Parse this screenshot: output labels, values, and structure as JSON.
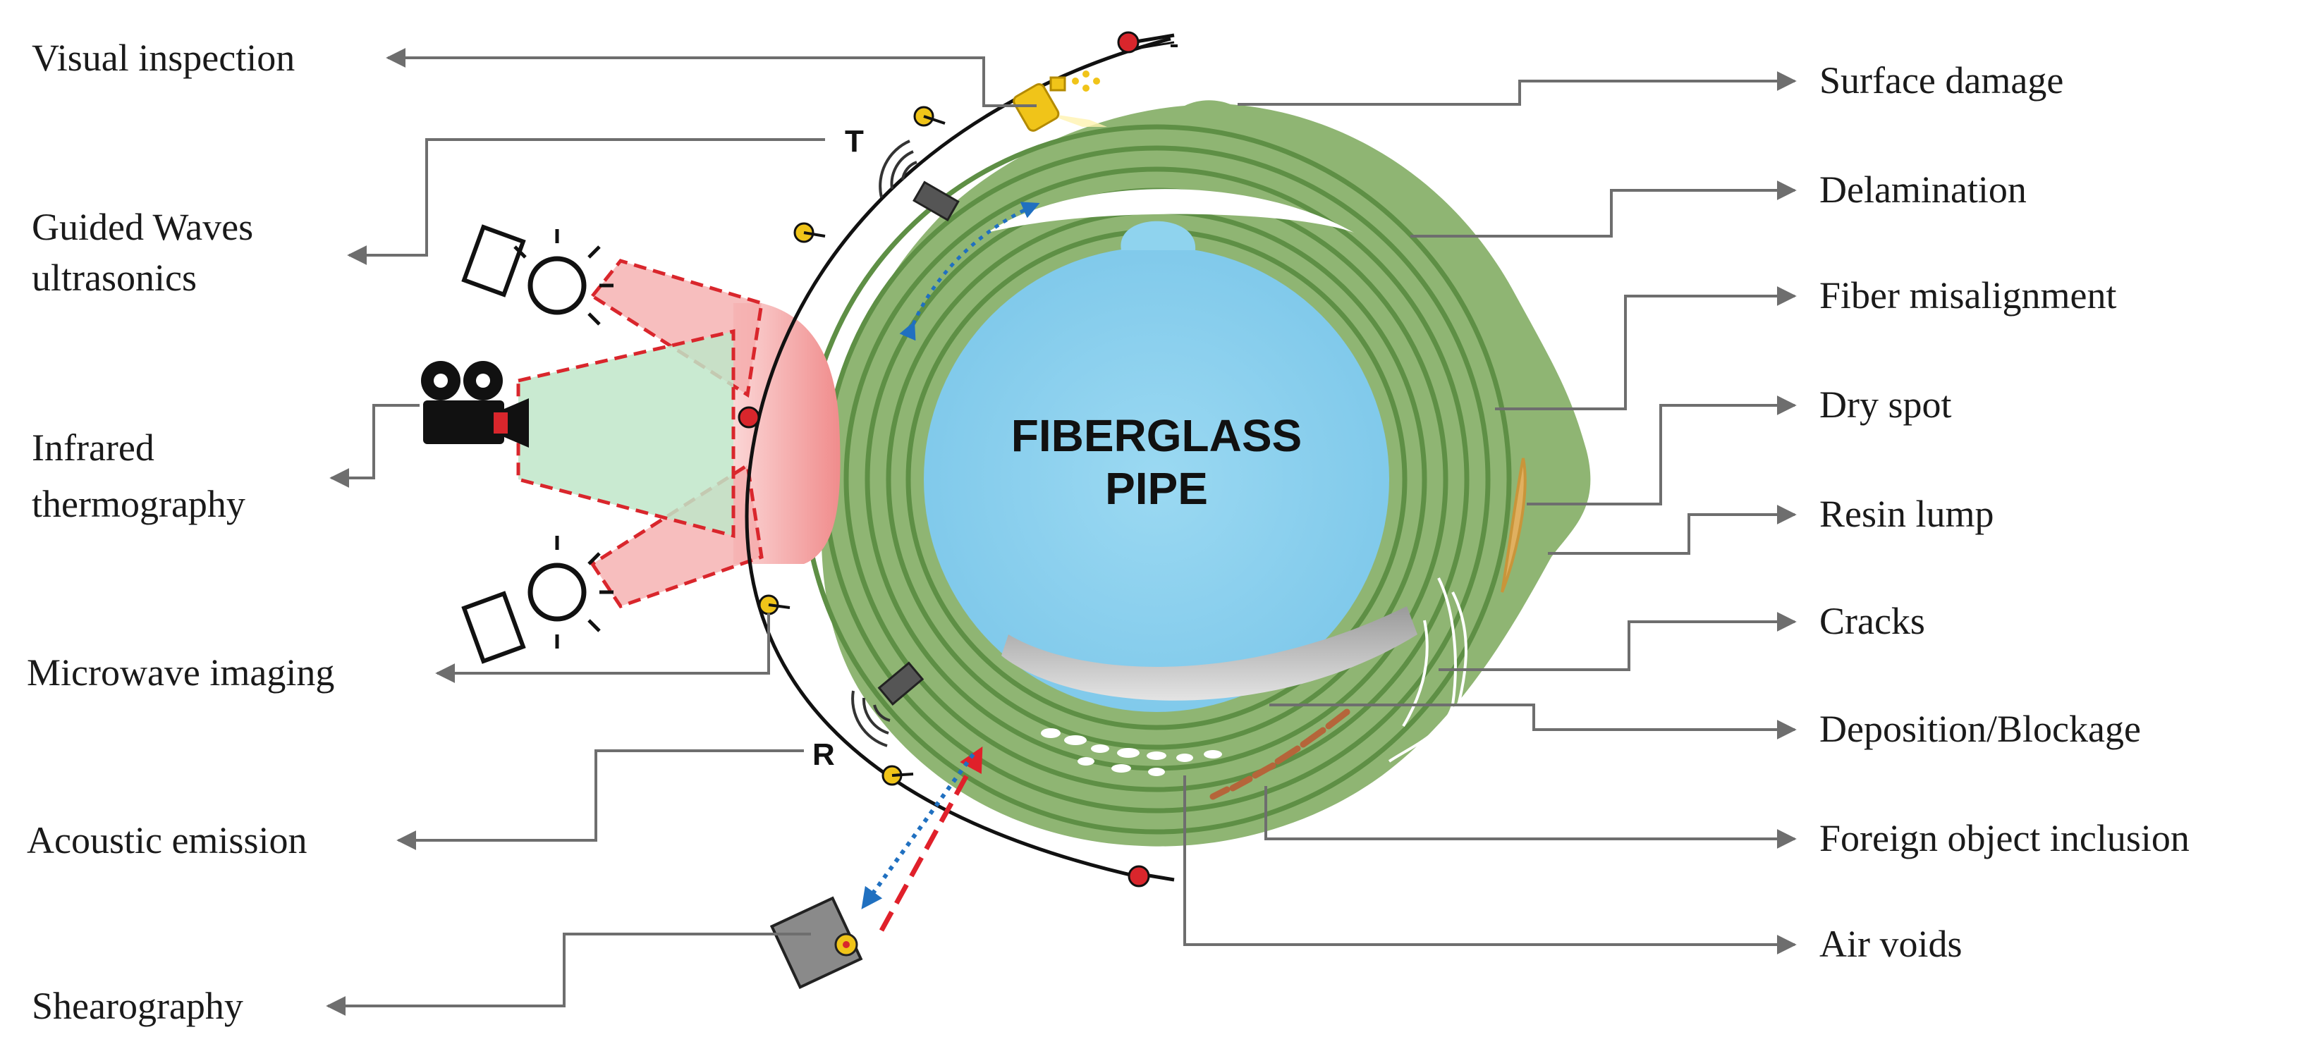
{
  "center": {
    "line1": "FIBERGLASS",
    "line2": "PIPE"
  },
  "probe_markers": {
    "transmitter": "T",
    "receiver": "R"
  },
  "methods": [
    {
      "id": "visual",
      "label": "Visual inspection"
    },
    {
      "id": "guided",
      "label": "Guided Waves",
      "label2": "ultrasonics"
    },
    {
      "id": "infrared",
      "label": "Infrared",
      "label2": "thermography"
    },
    {
      "id": "microwave",
      "label": "Microwave imaging"
    },
    {
      "id": "acoustic",
      "label": "Acoustic emission"
    },
    {
      "id": "shearography",
      "label": "Shearography"
    }
  ],
  "defects": [
    {
      "id": "surface",
      "label": "Surface damage"
    },
    {
      "id": "delamination",
      "label": "Delamination"
    },
    {
      "id": "fiber",
      "label": "Fiber misalignment"
    },
    {
      "id": "dry",
      "label": "Dry spot"
    },
    {
      "id": "resin",
      "label": "Resin lump"
    },
    {
      "id": "cracks",
      "label": "Cracks"
    },
    {
      "id": "deposition",
      "label": "Deposition/Blockage"
    },
    {
      "id": "foreign",
      "label": "Foreign object inclusion"
    },
    {
      "id": "voids",
      "label": "Air voids"
    }
  ],
  "colors": {
    "pipe_wall": "#8fb573",
    "pipe_layers": "#5e8f45",
    "pipe_bore": "#8fd3ee",
    "heat_zone": "#f4a8a8",
    "leader_line": "#6e6e6e",
    "sensor_yellow": "#f0c419",
    "sensor_red": "#d9262c",
    "laser_red": "#e0202a",
    "laser_blue": "#2070c0"
  }
}
